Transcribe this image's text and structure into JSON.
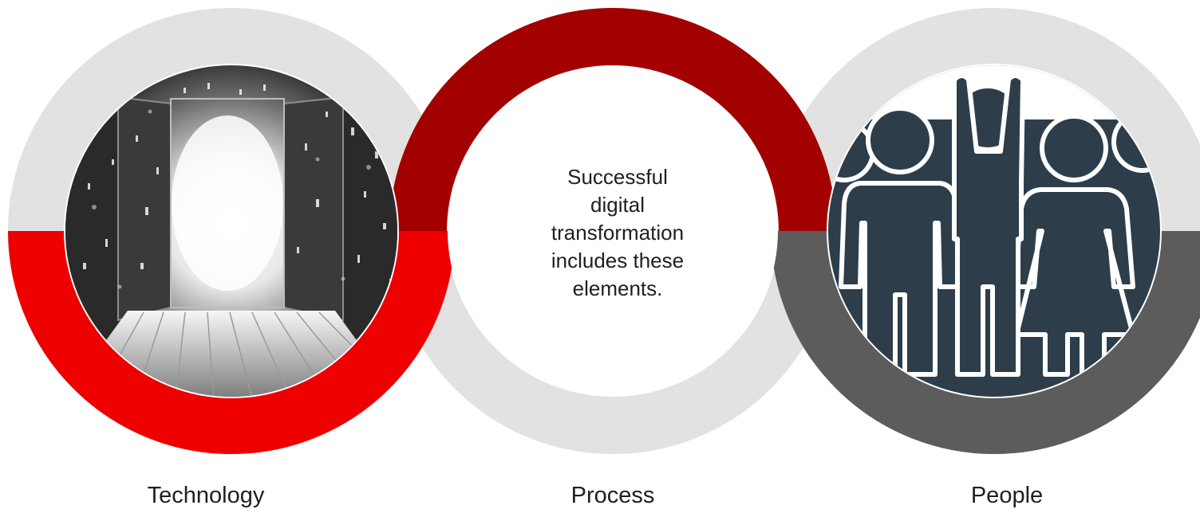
{
  "elements": [
    {
      "id": "technology",
      "label": "Technology",
      "image": "digital-doorway-image",
      "lower_ring_color": "#ee0000"
    },
    {
      "id": "process",
      "label": "Process",
      "upper_ring_color": "#a30000"
    },
    {
      "id": "people",
      "label": "People",
      "image": "people-group-icon",
      "lower_ring_color": "#5c5c5c"
    }
  ],
  "center_text": [
    "Successful",
    "digital",
    "transformation",
    "includes these",
    "elements."
  ],
  "colors": {
    "ring_light": "#e2e2e2",
    "red": "#ee0000",
    "dark_red": "#a30000",
    "dark_gray": "#5c5c5c",
    "people_fill": "#2d3e4a",
    "door_dark": "#1c1c1c",
    "door_light": "#f4f4f4"
  }
}
